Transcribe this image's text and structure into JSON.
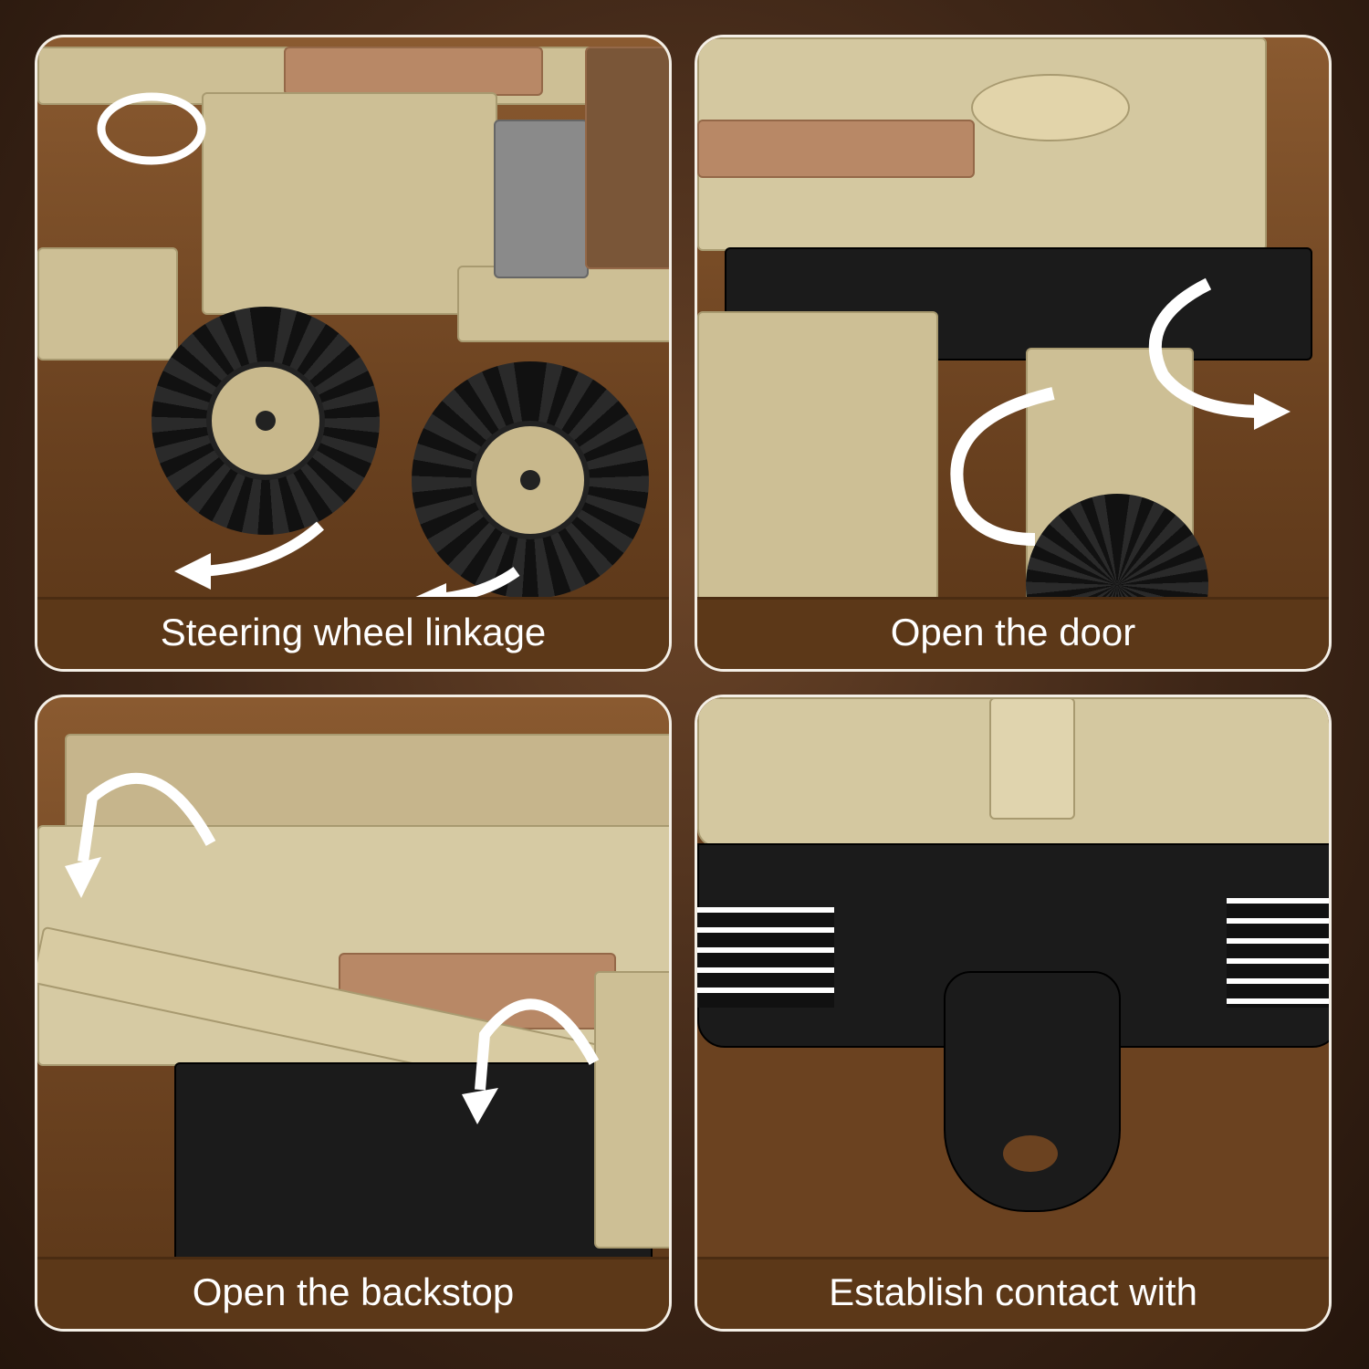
{
  "panels": [
    {
      "caption": "Steering wheel linkage"
    },
    {
      "caption": "Open the door"
    },
    {
      "caption": "Open the backstop"
    },
    {
      "caption": "Establish contact with"
    }
  ],
  "colors": {
    "caption_bg": "#5c3818",
    "border": "#f4efe6",
    "body": "#cdbf95"
  }
}
